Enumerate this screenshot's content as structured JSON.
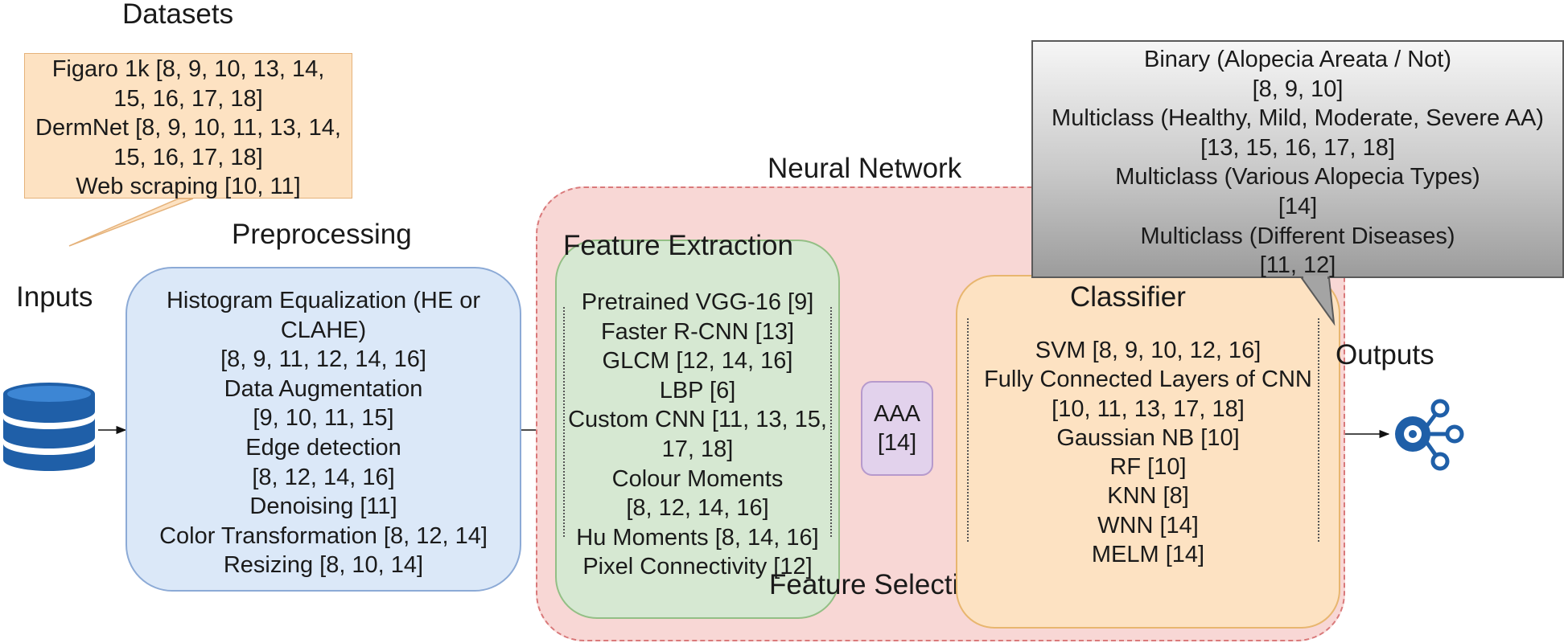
{
  "datasets": {
    "title": "Datasets",
    "lines": [
      "Figaro 1k [8, 9, 10, 13, 14,",
      "15, 16, 17, 18]",
      "DermNet [8, 9, 10, 11, 13, 14,",
      "15, 16, 17, 18]",
      "Web scraping [10, 11]"
    ]
  },
  "inputs": {
    "label": "Inputs",
    "icon": "database-icon"
  },
  "preprocessing": {
    "title": "Preprocessing",
    "lines": [
      "Histogram Equalization (HE or",
      "CLAHE)",
      "[8, 9, 11, 12, 14, 16]",
      "Data Augmentation",
      "[9, 10, 11, 15]",
      "Edge detection",
      "[8, 12, 14, 16]",
      "Denoising [11]",
      "Color Transformation [8, 12, 14]",
      "Resizing [8, 10, 14]"
    ]
  },
  "neural_network": {
    "title": "Neural Network"
  },
  "feature_extraction": {
    "title": "Feature Extraction",
    "lines": [
      "Pretrained VGG-16 [9]",
      "Faster R-CNN [13]",
      "GLCM [12, 14, 16]",
      "LBP [6]",
      "Custom CNN [11, 13, 15,",
      "17, 18]",
      "Colour Moments",
      "[8, 12, 14, 16]",
      "Hu Moments [8, 14, 16]",
      "Pixel Connectivity [12]"
    ]
  },
  "feature_selection": {
    "title": "Feature Selection",
    "lines": [
      "AAA",
      "[14]"
    ]
  },
  "classifier": {
    "title": "Classifier",
    "lines": [
      "SVM [8, 9, 10, 12, 16]",
      "Fully Connected Layers of CNN",
      "[10, 11, 13, 17, 18]",
      "Gaussian NB [10]",
      "RF [10]",
      "KNN [8]",
      "WNN [14]",
      "MELM [14]"
    ]
  },
  "outputs": {
    "label": "Outputs",
    "icon": "network-node-icon",
    "lines": [
      "Binary (Alopecia Areata / Not)",
      "[8, 9, 10]",
      "Multiclass (Healthy, Mild, Moderate, Severe AA)",
      "[13, 15, 16, 17, 18]",
      "Multiclass (Various Alopecia Types)",
      "[14]",
      "Multiclass (Different Diseases)",
      "[11, 12]"
    ]
  },
  "colors": {
    "datasets_fill": "#fde2c2",
    "preprocessing_fill": "#dbe8f8",
    "neural_network_fill": "#f8d7d5",
    "feature_extraction_fill": "#d6e8d2",
    "feature_selection_fill": "#e2d2ec",
    "classifier_fill": "#fde2c2",
    "icon_blue": "#1f5fa8"
  }
}
